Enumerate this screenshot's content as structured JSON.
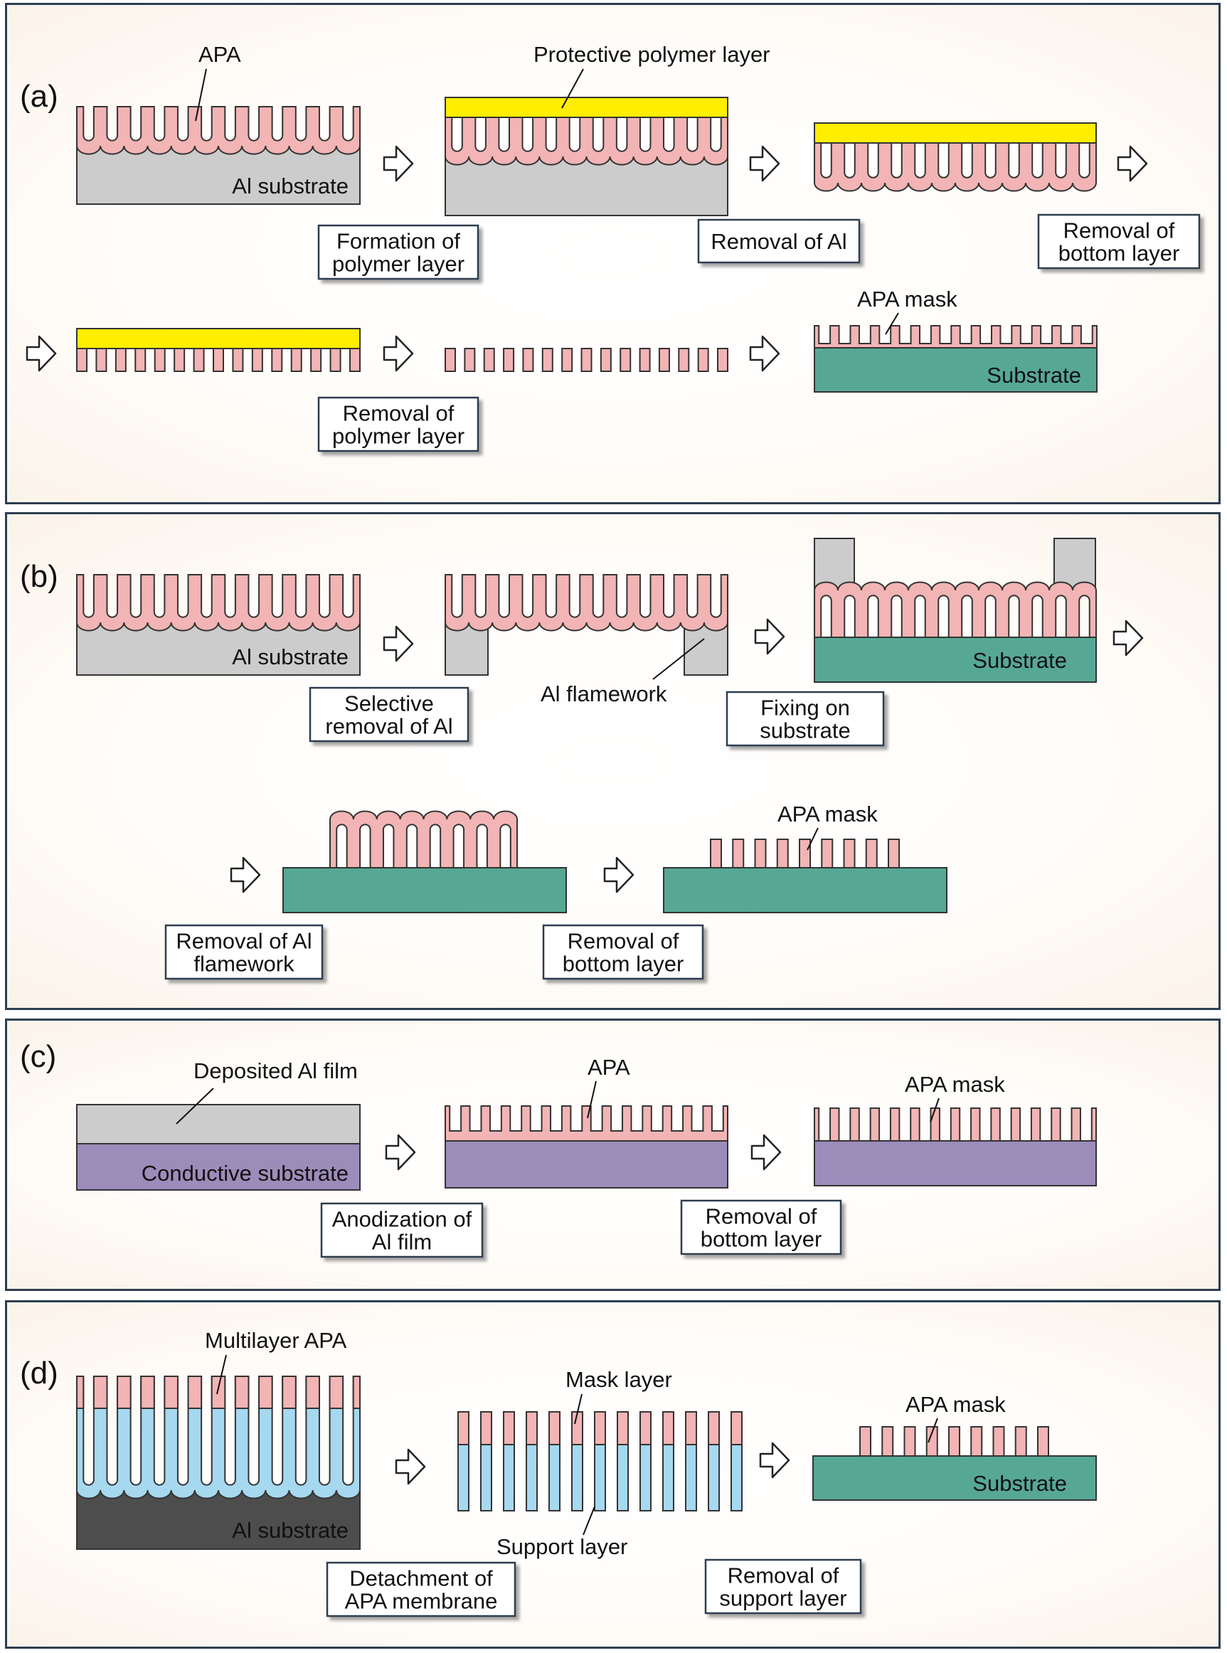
{
  "colors": {
    "apa": "#f2b4b4",
    "aluminum": "#cccccc",
    "polymer": "#ffee00",
    "substrate": "#56a895",
    "conductive": "#9c8cba",
    "support": "#a6d8f0",
    "dark_al": "#4d4d4d",
    "border": "#2d3e50"
  },
  "panel_a": {
    "label": "(a)",
    "apa": "APA",
    "al_substrate": "Al substrate",
    "protective": "Protective polymer layer",
    "step_formation": [
      "Formation of",
      "polymer layer"
    ],
    "step_removal_al": "Removal of Al",
    "step_removal_bottom": [
      "Removal of",
      "bottom layer"
    ],
    "step_removal_polymer": [
      "Removal of",
      "polymer layer"
    ],
    "apa_mask": "APA mask",
    "substrate": "Substrate"
  },
  "panel_b": {
    "label": "(b)",
    "al_substrate": "Al substrate",
    "step_selective": [
      "Selective",
      "removal of Al"
    ],
    "al_flamework": "Al flamework",
    "step_fixing": [
      "Fixing on",
      "substrate"
    ],
    "substrate": "Substrate",
    "step_removal_flamework": [
      "Removal of Al",
      "flamework"
    ],
    "step_removal_bottom": [
      "Removal of",
      "bottom layer"
    ],
    "apa_mask": "APA mask"
  },
  "panel_c": {
    "label": "(c)",
    "deposited": "Deposited Al film",
    "conductive": "Conductive substrate",
    "apa": "APA",
    "step_anodization": [
      "Anodization of",
      "Al film"
    ],
    "step_removal_bottom": [
      "Removal of",
      "bottom layer"
    ],
    "apa_mask": "APA mask"
  },
  "panel_d": {
    "label": "(d)",
    "multilayer": "Multilayer APA",
    "al_substrate": "Al substrate",
    "mask_layer": "Mask layer",
    "support_layer": "Support layer",
    "step_detachment": [
      "Detachment of",
      "APA membrane"
    ],
    "step_removal_support": [
      "Removal of",
      "support layer"
    ],
    "apa_mask": "APA mask",
    "substrate": "Substrate"
  }
}
